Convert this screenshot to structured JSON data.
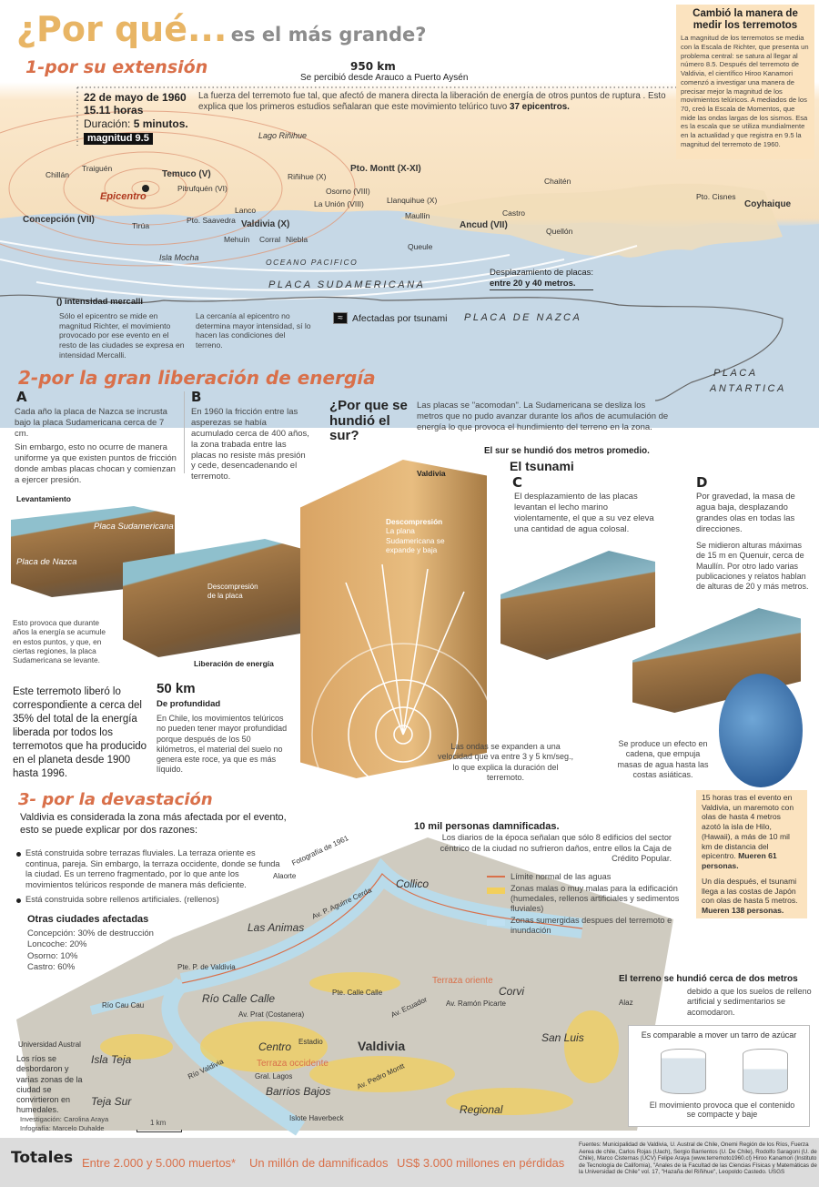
{
  "header": {
    "title_main": "¿Por qué...",
    "title_sub": "es el más grande?"
  },
  "sidebar_box": {
    "title": "Cambió la manera de medir los terremotos",
    "text": "La magnitud de los terremotos se media con la Escala de Richter, que presenta un problema central: se satura al llegar al número 8.5. Después del terremoto de Valdivia, el científico Hiroo Kanamori comenzó a investigar una manera de precisar mejor la magnitud de los movimientos telúricos. A mediados de los 70, creó la Escala de Momentos, que mide las ondas largas de los sismos. Esa es la escala que se utiliza mundialmente en la actualidad y que registra en 9.5 la magnitud del terremoto de 1960."
  },
  "section1": {
    "heading": "1-por su extensión",
    "distance": "950 km",
    "distance_note": "Se percibió desde Arauco a Puerto Aysén",
    "date": "22 de mayo de 1960",
    "time": "15.11 horas",
    "duration_label": "Duración:",
    "duration_value": "5 minutos.",
    "magnitude": "magnitud 9.5",
    "intro_text": "La fuerza del terremoto fue tal, que afectó de manera directa la liberación de energía de otros puntos de ruptura . Esto explica que los primeros estudios señalaran que este movimiento telúrico tuvo",
    "intro_bold": "37 epicentros.",
    "map_labels": [
      "Lago Riñihue",
      "Chillán",
      "Traiguén",
      "Temuco (V)",
      "Epicentro",
      "Pitrufquén (VI)",
      "Lanco",
      "Valdivia (X)",
      "Riñihue (X)",
      "Osorno (VIII)",
      "La Unión (VIII)",
      "Pto. Montt (X-XI)",
      "Llanquihue (X)",
      "Maullín",
      "Ancud (VII)",
      "Castro",
      "Chaitén",
      "Quellón",
      "Pto. Cisnes",
      "Coyhaique",
      "Concepción (VII)",
      "Tirúa",
      "Pto. Saavedra",
      "Mehuín",
      "Corral",
      "Niebla",
      "Queule",
      "Isla Mocha",
      "OCEANO PACIFICO",
      "PLACA SUDAMERICANA",
      "PLACA DE NAZCA",
      "PLACA",
      "ANTARTICA"
    ],
    "displacement_label": "Desplazamiento de placas:",
    "displacement_value": "entre 20 y 40 metros.",
    "mercalli_title": "() intensidad mercalli",
    "mercalli_text": "Sólo el epicentro se mide en magnitud Richter, el movimiento provocado por ese evento en el resto de las ciudades se expresa en intensidad Mercalli.",
    "proximity_text": "La cercanía al epicentro no determina mayor intensidad, sí lo hacen las condiciones del terreno.",
    "tsunami_legend": "Afectadas por tsunami"
  },
  "section2": {
    "heading": "2-por la gran liberación de energía",
    "a_letter": "A",
    "a_text1": "Cada año la placa de Nazca se incrusta bajo la  placa Sudamericana cerca de 7 cm.",
    "a_text2": "Sin embargo, esto no ocurre de manera uniforme ya que existen puntos de fricción donde ambas placas chocan y comienzan a ejercer presión.",
    "levantamiento": "Levantamiento",
    "placa_sud": "Placa Sudamericana",
    "placa_nazca": "Placa de Nazca",
    "a_text3": "Esto provoca que durante años la energía se acumule en estos puntos, y que, en ciertas regiones, la placa Sudamericana se levante.",
    "energy_text": "Este terremoto liberó lo correspondiente a cerca del 35% del total de la energía liberada por todos los terremotos que ha producido en el planeta desde 1900 hasta 1996.",
    "b_letter": "B",
    "b_text": "En 1960 la fricción entre las asperezas se había acumulado cerca de 400 años, la zona trabada entre las placas no resiste más presión y  cede, desencadenando el terremoto.",
    "descompresion_placa": "Descompresión de la placa",
    "liberacion": "Liberación de energía",
    "depth": "50 km",
    "depth_label": "De profundidad",
    "depth_text": "En Chile, los movimientos telúricos no pueden tener mayor profundidad porque después de los 50 kilómetros, el material del suelo no genera este roce, ya que es más líquido.",
    "why_title": "¿Por que se hundió el sur?",
    "why_text": "Las placas se \"acomodan\". La Sudamericana se desliza los metros que no pudo avanzar durante los años de acumulación de energía lo que provoca el hundimiento del terreno en la zona.",
    "why_bold": "El sur se hundió dos metros promedio.",
    "valdivia": "Valdivia",
    "decomp_title": "Descompresión",
    "decomp_text": "La plana Sudamericana se expande y baja",
    "waves_text": "Las ondas se expanden a una velocidad que va entre 3 y 5 km/seg., lo que explica la duración del terremoto.",
    "tsunami_title": "El tsunami",
    "c_letter": "C",
    "c_text": "El desplazamiento de las placas levantan el lecho marino violentamente, el que a su vez eleva una cantidad de agua colosal.",
    "d_letter": "D",
    "d_text1": "Por gravedad, la masa de agua baja, desplazando grandes olas en todas las direcciones.",
    "d_text2": "Se midieron alturas máximas de 15 m en Quenuir, cerca de Maullín. Por otro lado varias publicaciones y relatos hablan de alturas de 20 y más metros.",
    "chain_text": "Se produce un efecto en cadena, que empuja masas de agua hasta las costas asiáticas.",
    "hawaii_text": "15 horas tras el evento en Valdivia, un maremoto con olas de hasta 4 metros azotó la isla de Hilo, (Hawaii), a más de 10 mil km de distancia del epicentro.",
    "hawaii_bold": "Mueren 61 personas.",
    "japan_text": "Un día después, el tsunami llega a las costas de Japón con olas de hasta 5 metros.",
    "japan_bold": "Mueren 138 personas."
  },
  "section3": {
    "heading": "3- por la devastación",
    "intro": "Valdivia es considerada la zona más afectada por el evento, esto se puede explicar por dos razones:",
    "bullets": [
      "Está construida sobre terrazas fluviales. La terraza oriente es continua, pareja. Sin embargo, la terraza occidente, donde se funda la ciudad. Es un terreno fragmentado, por lo que ante los movimientos telúricos responde de manera más deficiente.",
      "Está construida sobre rellenos artificiales. (rellenos)"
    ],
    "other_cities_title": "Otras ciudades afectadas",
    "other_cities": [
      "Concepción: 30% de destrucción",
      "Loncoche: 20%",
      "Osorno: 10%",
      "Castro: 60%"
    ],
    "victims_title": "10 mil personas damnificadas.",
    "victims_text": "Los diarios de la época señalan que sólo 8 edificios del sector céntrico de la ciudad no sufrieron daños, entre ellos la Caja de Crédito Popular.",
    "legend": [
      {
        "label": "Límite normal de las aguas",
        "color": "#d9704a"
      },
      {
        "label": "Zonas malas o muy malas para la edificación (humedales, rellenos artificiales y sedimentos fluviales)",
        "color": "#f2cf5c"
      },
      {
        "label": "Zonas sumergidas despues del terremoto e inundación",
        "color": "#bfe0f2"
      }
    ],
    "map_labels": [
      "Fotografía de 1961",
      "Alaorte",
      "Av. P. Aguirre Cerda",
      "Collico",
      "Las Animas",
      "Pte. P. de Valdivia",
      "Terraza oriente",
      "Corvi",
      "Río Calle Calle",
      "Pte. Calle Calle",
      "Av. Prat (Costanera)",
      "Av. Ecuador",
      "Av. Ramón Picarte",
      "Alaz",
      "Río Cau Cau",
      "Universidad Austral",
      "Isla Teja",
      "Centro",
      "Estadio",
      "Valdivia",
      "Río Valdivia",
      "Terraza occidente",
      "Av. Pedro Montt",
      "Gral. Lagos",
      "Barrios Bajos",
      "San Luis",
      "Regional",
      "Teja Sur",
      "Islote Haverbeck"
    ],
    "rivers_text": "Los ríos se desbordaron y varias zonas de la ciudad se convirtieron en humedales.",
    "scale": "1 km",
    "credits": [
      "Investigación: Carolina Araya",
      "Infografía: Marcelo Duhalde"
    ],
    "sink_title": "El terreno se hundió cerca de dos metros",
    "sink_text": "debido a que los suelos de relleno artificial y sedimentarios se acomodaron.",
    "sugar_title": "Es comparable a mover un tarro de azúcar",
    "sugar_text": "El movimiento provoca que el contenido se compacte y baje"
  },
  "footer": {
    "title": "Totales",
    "deaths": "Entre 2.000 y 5.000 muertos*",
    "victims": "Un millón de damnificados",
    "losses": "US$ 3.000 millones en pérdidas",
    "sources": "Fuentes: Municipalidad de Valdivia, U. Austral de Chile, Onemi Región de los Ríos, Fuerza Aerea de chile,  Carlos Rojas (Uach), Sergio Barrientos (U. De Chile), Rodolfo Saragoni (U. de Chile), Marco Cisternas (UCV) Felipe Araya  (www.terremoto1960.cl) Hiroo Kanamori (Instituto de Tecnología de California), \"Anales de la Facultad de las Ciencias Físicas y Matemáticas de la Universidad de Chile\" vol. 17, \"Hazaña del Riñihue\", Leopoldo Castedo. USGS"
  },
  "colors": {
    "accent": "#d9704a",
    "title": "#e8b565",
    "land": "#f5e1bf",
    "sea": "#c8d9e6"
  }
}
